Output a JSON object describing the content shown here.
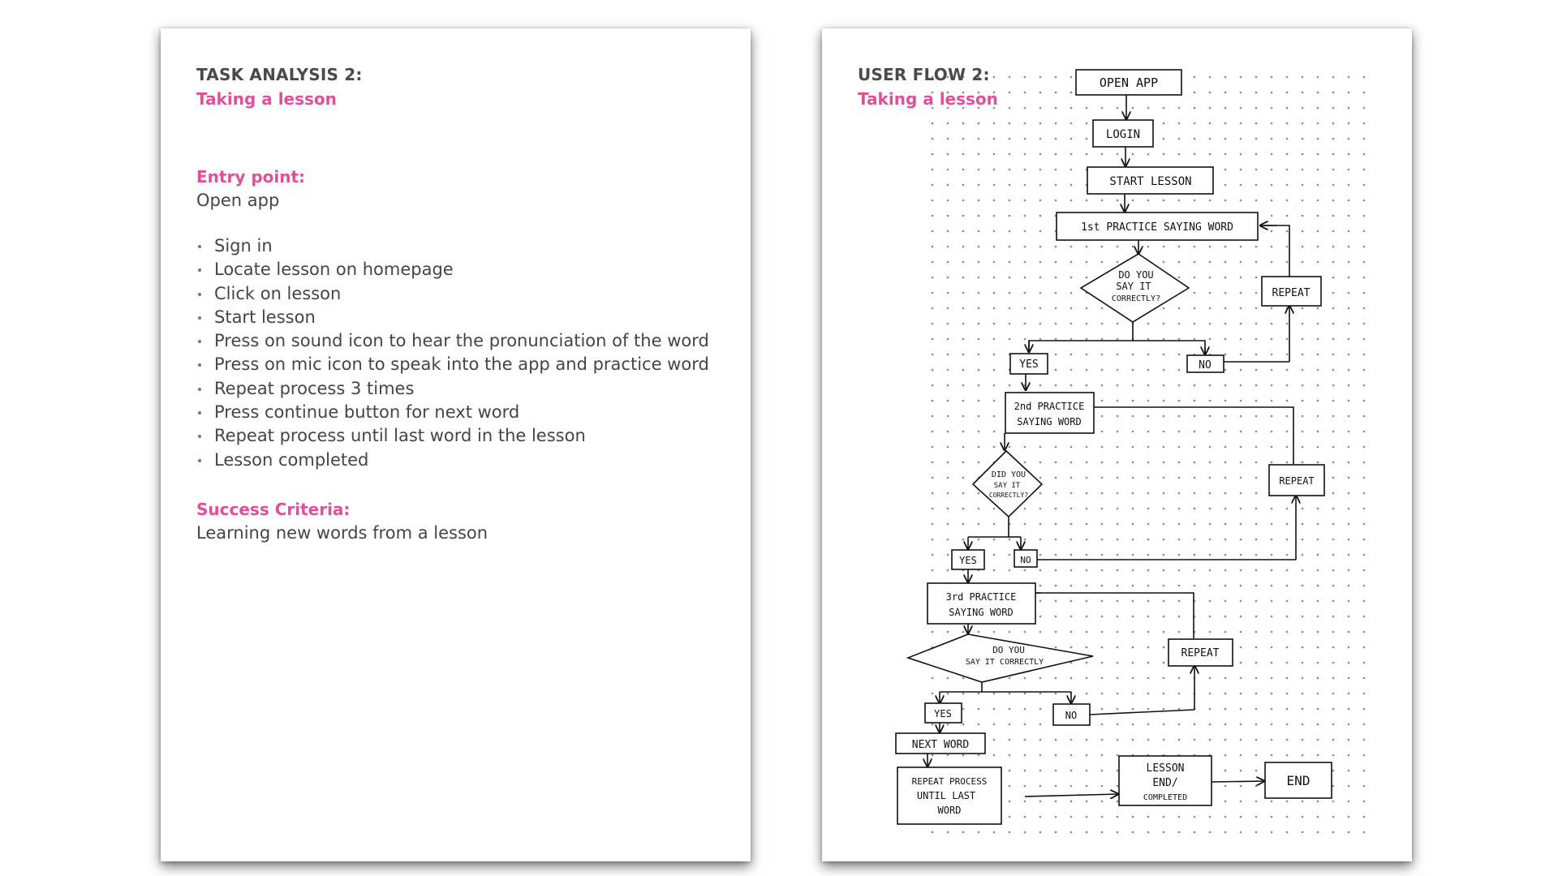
{
  "task_analysis": {
    "title": "TASK ANALYSIS 2:",
    "subtitle": "Taking a lesson",
    "entry_label": "Entry point:",
    "entry_value": "Open app",
    "steps": [
      "Sign in",
      "Locate lesson on homepage",
      "Click on lesson",
      "Start lesson",
      "Press on sound icon to hear the pronunciation of the word",
      "Press on mic icon to speak into the app and practice word",
      "Repeat process 3 times",
      "Press continue button for next word",
      "Repeat process until last word in the lesson",
      "Lesson completed"
    ],
    "success_label": "Success Criteria:",
    "success_value": "Learning new words from a lesson"
  },
  "user_flow": {
    "title": "USER FLOW 2:",
    "subtitle": "Taking a lesson",
    "nodes": {
      "open_app": "OPEN APP",
      "login": "LOGIN",
      "start_lesson": "START LESSON",
      "practice_1": "1st PRACTICE SAYING WORD",
      "question_1": [
        "DO YOU",
        "SAY IT",
        "CORRECTLY?"
      ],
      "yes_1": "YES",
      "no_1": "NO",
      "repeat_1": "REPEAT",
      "practice_2": [
        "2nd PRACTICE",
        "SAYING WORD"
      ],
      "question_2": [
        "DID YOU",
        "SAY IT",
        "CORRECTLY?"
      ],
      "repeat_2": "REPEAT",
      "yes_2": "YES",
      "no_2": "NO",
      "practice_3": [
        "3rd PRACTICE",
        "SAYING WORD"
      ],
      "question_3": [
        "DO YOU",
        "SAY IT CORRECTLY"
      ],
      "repeat_3": "REPEAT",
      "yes_3": "YES",
      "no_3": "NO",
      "next_word": "NEXT WORD",
      "repeat_process": [
        "REPEAT PROCESS",
        "UNTIL LAST",
        "WORD"
      ],
      "lesson_end": [
        "LESSON",
        "END/",
        "COMPLETED"
      ],
      "end": "END"
    }
  }
}
